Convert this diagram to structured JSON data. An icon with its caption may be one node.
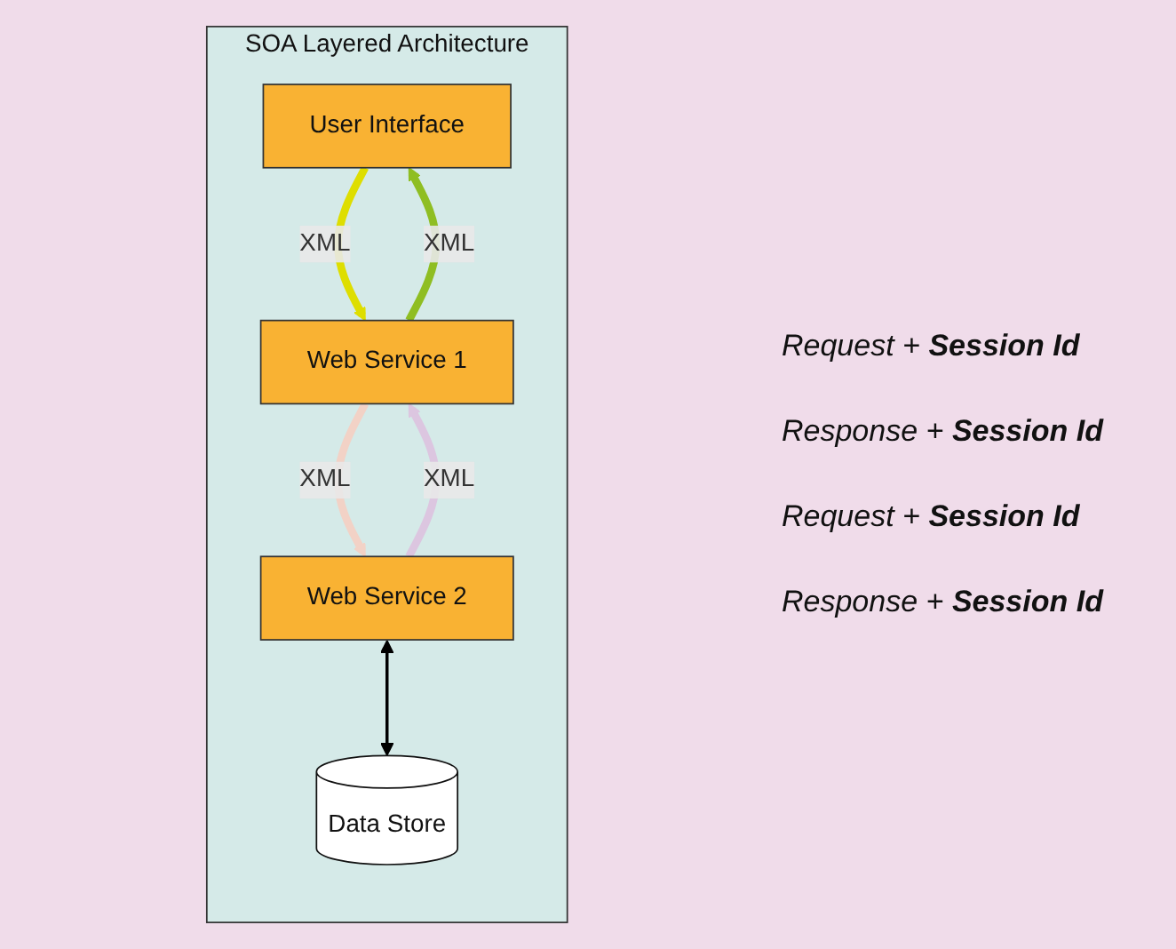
{
  "diagram": {
    "nodes": [
      {
        "text": [
          "SOA Layered Architecture"
        ]
      },
      {
        "text": [
          "User Interface"
        ],
        "in": 0
      },
      {
        "text": [
          "Web Service 1"
        ],
        "in": 0
      },
      {
        "text": [
          "Web Service 2"
        ],
        "in": 0
      },
      {
        "text": [
          "Data Store"
        ],
        "in": 0
      }
    ],
    "edges": [
      {
        "from": 1,
        "to": 2,
        "arrow": "to",
        "label": "XML",
        "color": "#dede00"
      },
      {
        "from": 2,
        "to": 1,
        "arrow": "to",
        "label": "XML",
        "color": "#8fbe22"
      },
      {
        "from": 2,
        "to": 3,
        "arrow": "to",
        "label": "XML",
        "color": "#f2d2c6"
      },
      {
        "from": 3,
        "to": 2,
        "arrow": "to",
        "label": "XML",
        "color": "#dcc6e0"
      },
      {
        "from": 3,
        "to": 4,
        "arrow": "both",
        "color": "#000000"
      }
    ],
    "labels": [
      "Request + **Session Id**",
      "Response + **Session Id**",
      "Request + **Session Id**",
      "Response + **Session Id**"
    ]
  }
}
